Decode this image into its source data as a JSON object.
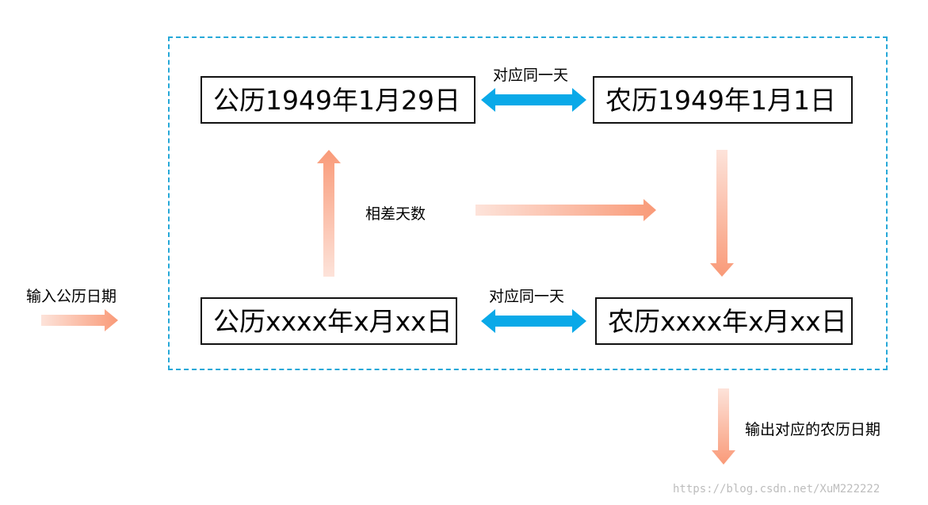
{
  "diagram": {
    "boxes": {
      "gregorian_base": "公历1949年1月29日",
      "lunar_base": "农历1949年1月1日",
      "gregorian_input": "公历xxxx年x月xx日",
      "lunar_output": "农历xxxx年x月xx日"
    },
    "labels": {
      "same_day_top": "对应同一天",
      "same_day_bottom": "对应同一天",
      "day_difference": "相差天数",
      "input_date": "输入公历日期",
      "output_date": "输出对应的农历日期"
    },
    "watermark": "https://blog.csdn.net/XuM222222",
    "colors": {
      "frame_dashed": "#26a8d8",
      "double_arrow": "#0aa9e8",
      "gradient_arrow_dark": "#f99a78",
      "gradient_arrow_light": "#fde3da"
    }
  }
}
